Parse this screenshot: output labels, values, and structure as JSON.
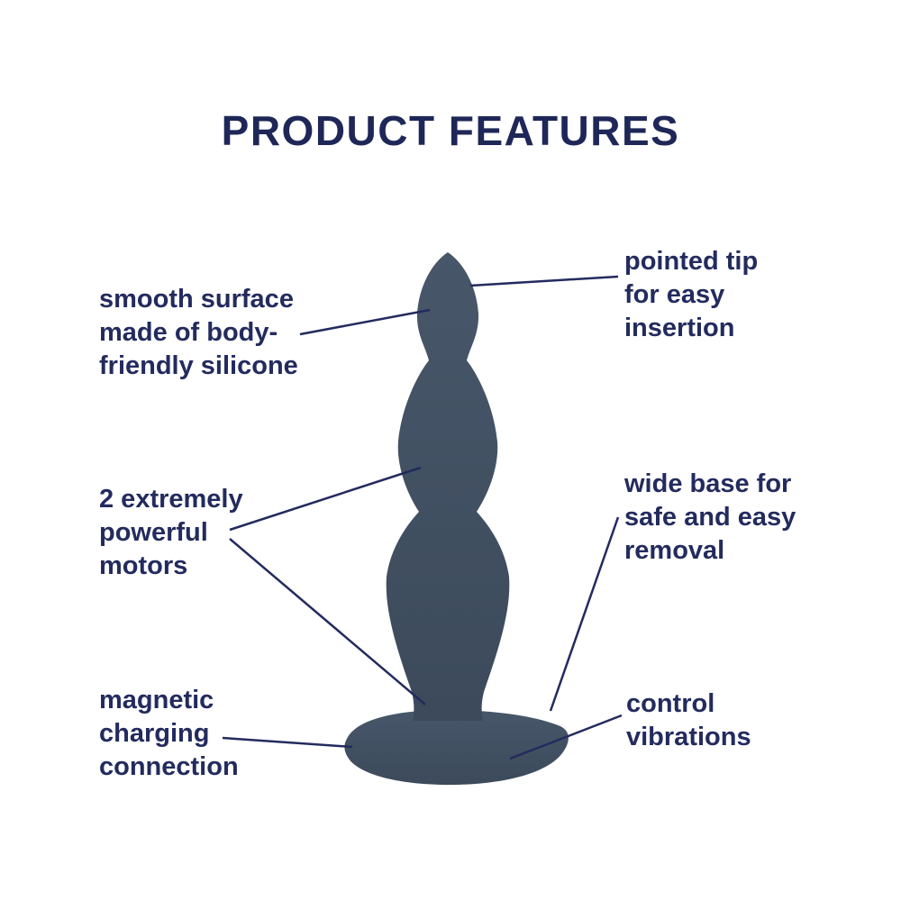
{
  "title": "PRODUCT FEATURES",
  "colors": {
    "heading_text": "#1e2757",
    "label_text": "#232b5e",
    "connector_line": "#232b5e",
    "product_fill_top": "#475769",
    "product_fill_bottom": "#3c4a5b",
    "background": "#ffffff"
  },
  "labels": {
    "smooth_surface": "smooth surface\nmade of body-\nfriendly silicone",
    "pointed_tip": "pointed tip\nfor easy\ninsertion",
    "motors": "2 extremely\npowerful\nmotors",
    "wide_base": "wide base for\nsafe and easy\nremoval",
    "magnetic": "magnetic\ncharging\nconnection",
    "control": "control\nvibrations"
  }
}
